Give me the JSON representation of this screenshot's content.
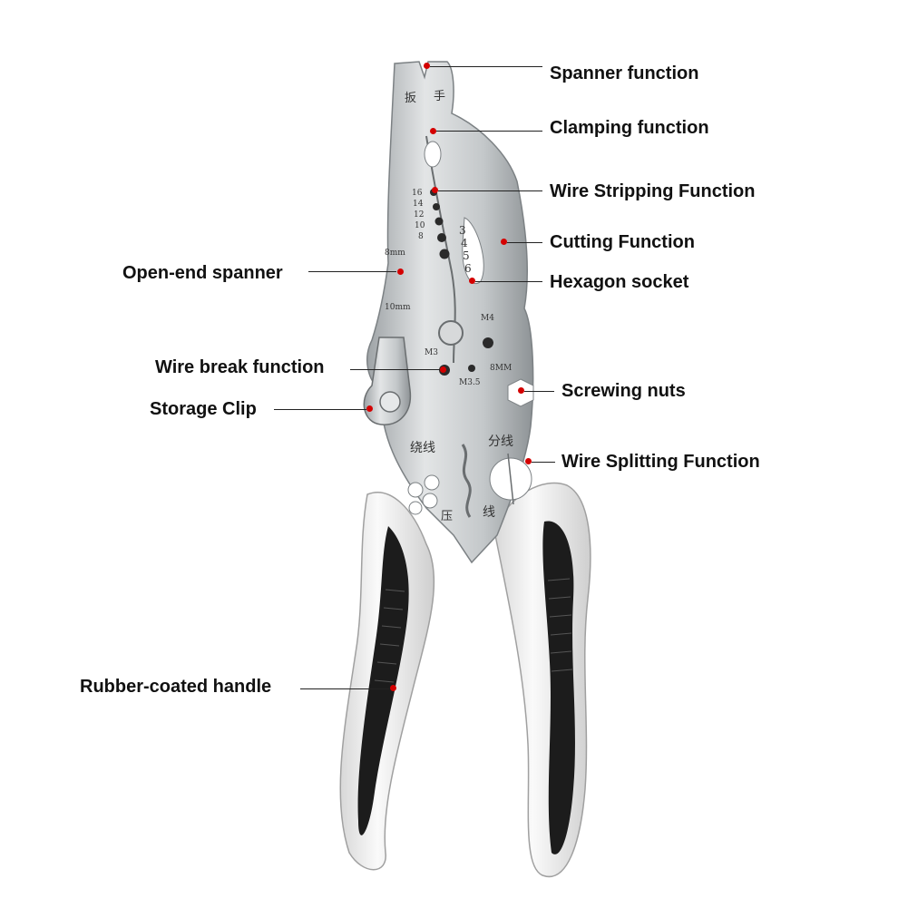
{
  "colors": {
    "steel": "#c9ccce",
    "steel_dark": "#8e9396",
    "handle_white": "#eeeeee",
    "handle_black": "#1c1c1c",
    "callout_dot": "#d40000",
    "label_text": "#111111"
  },
  "callouts": [
    {
      "id": "spanner-function",
      "label": "Spanner function"
    },
    {
      "id": "clamping-function",
      "label": "Clamping function"
    },
    {
      "id": "wire-stripping-function",
      "label": "Wire Stripping Function"
    },
    {
      "id": "cutting-function",
      "label": "Cutting Function"
    },
    {
      "id": "open-end-spanner",
      "label": "Open-end spanner"
    },
    {
      "id": "hexagon-socket",
      "label": "Hexagon socket"
    },
    {
      "id": "wire-break-function",
      "label": "Wire break function"
    },
    {
      "id": "screwing-nuts",
      "label": "Screwing nuts"
    },
    {
      "id": "storage-clip",
      "label": "Storage Clip"
    },
    {
      "id": "wire-splitting-function",
      "label": "Wire Splitting Function"
    },
    {
      "id": "rubber-coated-handle",
      "label": "Rubber-coated handle"
    }
  ],
  "etchings": {
    "jaw_left": "扳",
    "jaw_right": "手",
    "gauge_16": "16",
    "gauge_14": "14",
    "gauge_12": "12",
    "gauge_10": "10",
    "gauge_8": "8",
    "socket_3": "3",
    "socket_4": "4",
    "socket_5": "5",
    "socket_6": "6",
    "spanner_8mm": "8mm",
    "spanner_10mm": "10mm",
    "thread_m4": "M4",
    "thread_m3": "M3",
    "thread_m35": "M3.5",
    "nut_8mm": "8MM",
    "winding": "绕线",
    "splitting": "分线",
    "press": "压",
    "wire": "线"
  }
}
